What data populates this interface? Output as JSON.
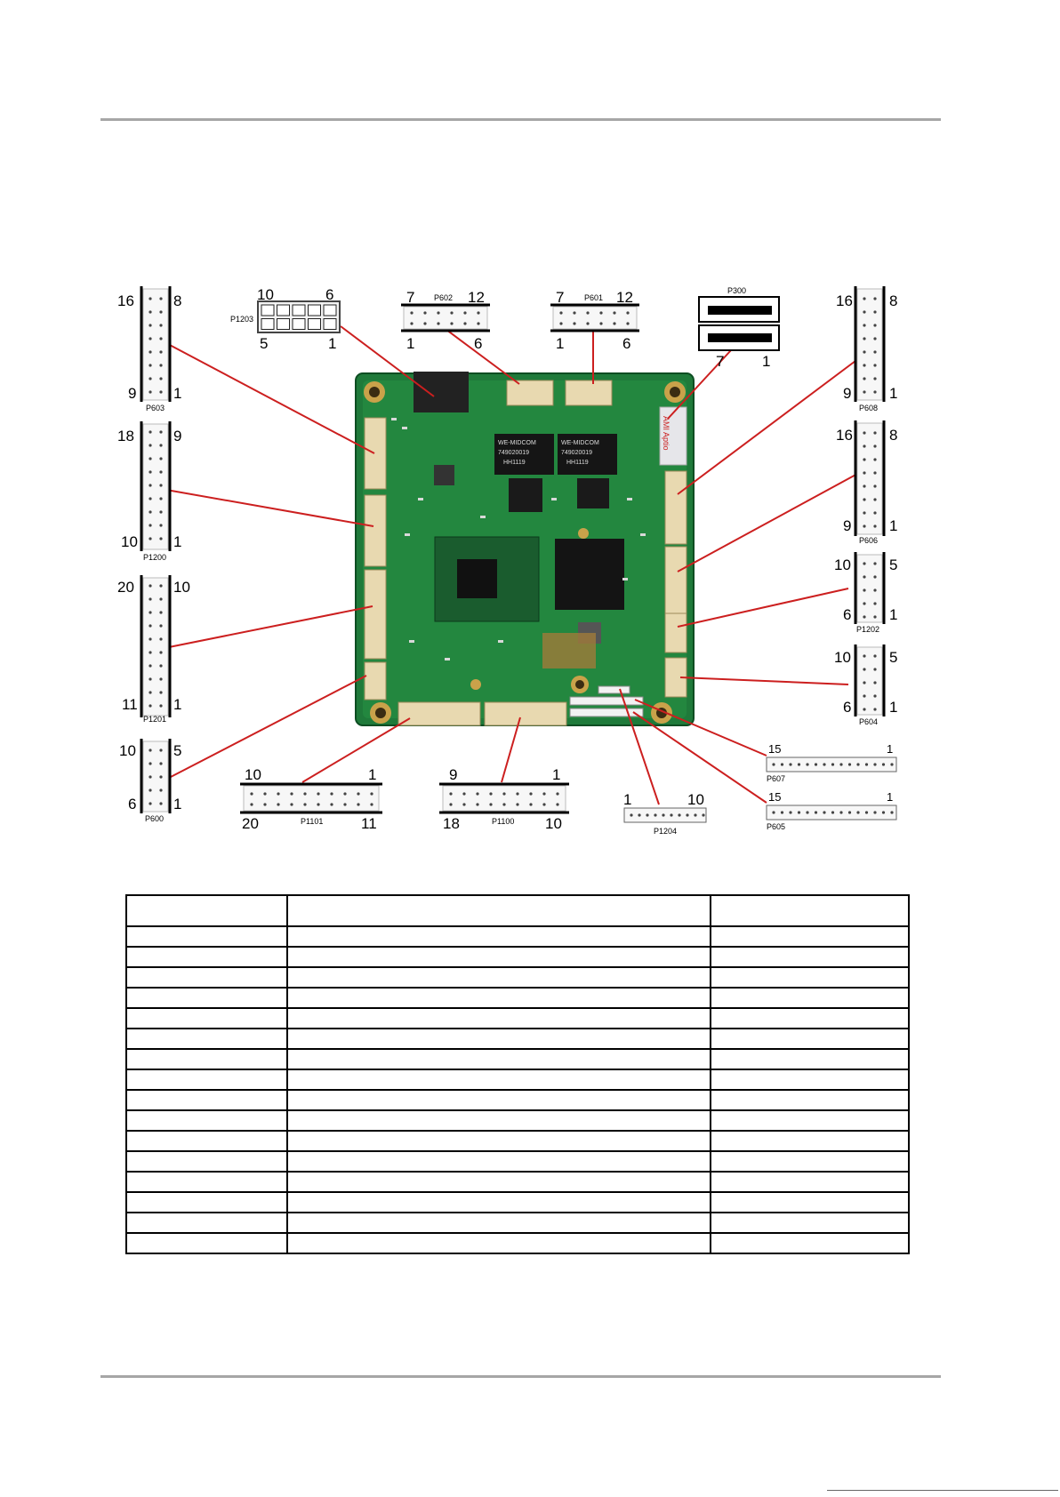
{
  "figure": {
    "left_headers": [
      {
        "name": "P603",
        "top_left": "16",
        "top_right": "8",
        "bottom_left": "9",
        "bottom_right": "1"
      },
      {
        "name": "P1200",
        "top_left": "18",
        "top_right": "9",
        "bottom_left": "10",
        "bottom_right": "1"
      },
      {
        "name": "P1201",
        "top_left": "20",
        "top_right": "10",
        "bottom_left": "11",
        "bottom_right": "1"
      },
      {
        "name": "P600",
        "top_left": "10",
        "top_right": "5",
        "bottom_left": "6",
        "bottom_right": "1"
      }
    ],
    "right_headers": [
      {
        "name": "P608",
        "top_left": "16",
        "top_right": "8",
        "bottom_left": "9",
        "bottom_right": "1"
      },
      {
        "name": "P606",
        "top_left": "16",
        "top_right": "8",
        "bottom_left": "9",
        "bottom_right": "1"
      },
      {
        "name": "P1202",
        "top_left": "10",
        "top_right": "5",
        "bottom_left": "6",
        "bottom_right": "1"
      },
      {
        "name": "P604",
        "top_left": "10",
        "top_right": "5",
        "bottom_left": "6",
        "bottom_right": "1"
      }
    ],
    "p1203": {
      "name": "P1203",
      "top_left": "10",
      "top_right": "6",
      "bottom_left": "5",
      "bottom_right": "1"
    },
    "p602": {
      "name": "P602",
      "top_left": "7",
      "top_right": "12",
      "bottom_left": "1",
      "bottom_right": "6"
    },
    "p601": {
      "name": "P601",
      "top_left": "7",
      "top_right": "12",
      "bottom_left": "1",
      "bottom_right": "6"
    },
    "p300": {
      "name": "P300",
      "bottom_left": "7",
      "bottom_right": "1"
    },
    "p1101": {
      "name": "P1101",
      "top_left": "10",
      "top_right": "1",
      "bottom_left": "20",
      "bottom_right": "11"
    },
    "p1100": {
      "name": "P1100",
      "top_left": "9",
      "top_right": "1",
      "bottom_left": "18",
      "bottom_right": "10"
    },
    "p1204": {
      "name": "P1204",
      "left": "1",
      "right": "10"
    },
    "p607": {
      "name": "P607",
      "left": "15",
      "right": "1"
    },
    "p605": {
      "name": "P605",
      "left": "15",
      "right": "1"
    },
    "chip_labels": {
      "magnetics_brand": "WE-MIDCOM",
      "magnetics_part": "749020019",
      "magnetics_code": "HH1119",
      "bios_label": "AMI Aptio"
    }
  },
  "table": {
    "rows": 16
  }
}
